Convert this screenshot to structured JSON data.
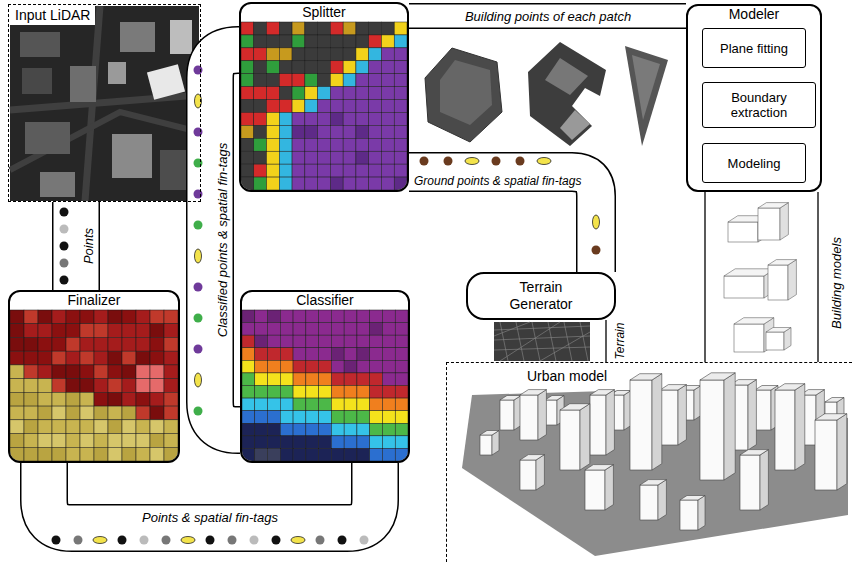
{
  "diagram": {
    "nodes": [
      {
        "text": [
          "Input LiDAR"
        ]
      },
      {
        "text": [
          "Splitter"
        ]
      },
      {
        "text": [
          "Modeler"
        ]
      },
      {
        "text": [
          "Plane fitting"
        ],
        "in": 2
      },
      {
        "text": [
          "Boundary extraction"
        ],
        "in": 2
      },
      {
        "text": [
          "Modeling"
        ],
        "in": 2
      },
      {
        "text": [
          "Terrain Generator"
        ]
      },
      {
        "text": [
          "Finalizer"
        ]
      },
      {
        "text": [
          "Classifier"
        ]
      },
      {
        "text": [
          "Urban model"
        ]
      }
    ],
    "edges": [
      {
        "from": 0,
        "to": 7,
        "arrow": "none",
        "label": "Points"
      },
      {
        "from": 7,
        "to": 8,
        "arrow": "none",
        "label": "Points & spatial fin-tags"
      },
      {
        "from": 8,
        "to": 1,
        "arrow": "none",
        "label": "Classified points & spatial fin-tags"
      },
      {
        "from": 1,
        "to": 2,
        "arrow": "none",
        "label": "Building points of each patch"
      },
      {
        "from": 1,
        "to": 6,
        "arrow": "none",
        "label": "Ground points & spatial fin-tags"
      },
      {
        "from": 6,
        "to": 9,
        "arrow": "none",
        "label": "Terrain"
      },
      {
        "from": 2,
        "to": 9,
        "arrow": "none",
        "label": "Building models"
      }
    ]
  }
}
